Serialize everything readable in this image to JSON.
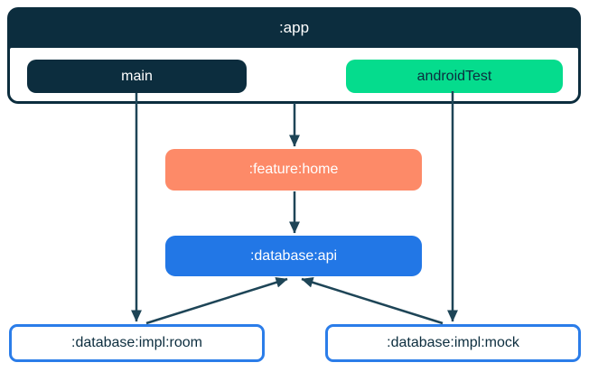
{
  "diagram": {
    "arrow_color": "#1e4557",
    "nodes": {
      "app": {
        "label": ":app",
        "bg_color": "#0c2d3e",
        "text_color": "#ffffff"
      },
      "main": {
        "label": "main",
        "bg_color": "#0c2d3e",
        "text_color": "#ffffff"
      },
      "android_test": {
        "label": "androidTest",
        "bg_color": "#05dc8d",
        "text_color": "#0c2d3e"
      },
      "feature_home": {
        "label": ":feature:home",
        "bg_color": "#fd8a68",
        "text_color": "#ffffff"
      },
      "database_api": {
        "label": ":database:api",
        "bg_color": "#2277e6",
        "text_color": "#ffffff"
      },
      "database_impl_room": {
        "label": ":database:impl:room",
        "bg_color": "#ffffff",
        "border_color": "#2b7de9",
        "text_color": "#0c2d3e"
      },
      "database_impl_mock": {
        "label": ":database:impl:mock",
        "bg_color": "#ffffff",
        "border_color": "#2b7de9",
        "text_color": "#0c2d3e"
      }
    },
    "edges": [
      {
        "from": "main",
        "to": ":database:impl:room"
      },
      {
        "from": ":app",
        "to": ":feature:home"
      },
      {
        "from": "androidTest",
        "to": ":database:impl:mock"
      },
      {
        "from": ":feature:home",
        "to": ":database:api"
      },
      {
        "from": ":database:impl:room",
        "to": ":database:api"
      },
      {
        "from": ":database:impl:mock",
        "to": ":database:api"
      }
    ]
  }
}
